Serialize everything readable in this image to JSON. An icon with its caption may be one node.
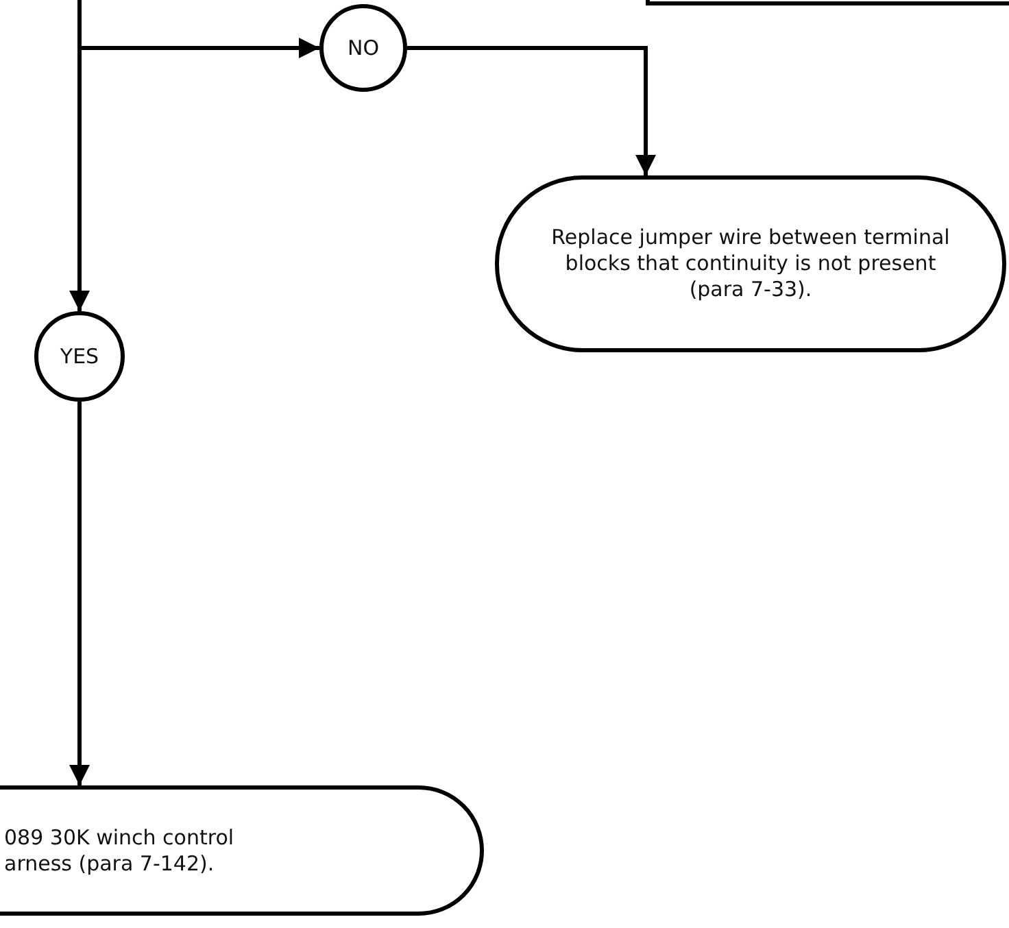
{
  "diagram": {
    "nodes": [
      {
        "text": [],
        "shape": "box"
      },
      {
        "text": [
          "NO"
        ]
      },
      {
        "text": [
          "Replace jumper wire between terminal blocks that continuity is not present (para 7-33)."
        ]
      },
      {
        "text": [
          "YES"
        ]
      },
      {
        "text": [
          "089 30K winch control arness (para 7-142)."
        ]
      }
    ],
    "edges": [
      {
        "from": null,
        "to": 1,
        "arrow": "to"
      },
      {
        "from": null,
        "to": 3,
        "arrow": "to"
      },
      {
        "from": 1,
        "to": 2,
        "arrow": "to"
      },
      {
        "from": 3,
        "to": 4,
        "arrow": "to"
      }
    ]
  }
}
